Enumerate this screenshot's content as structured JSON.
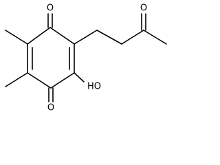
{
  "molecule": {
    "atoms": {
      "o_top": "O",
      "o_bottom": "O",
      "o_ketone": "O",
      "hydroxyl": "HO"
    }
  },
  "colors": {
    "bond": "#000000",
    "label": "#000000",
    "background": "#ffffff"
  }
}
